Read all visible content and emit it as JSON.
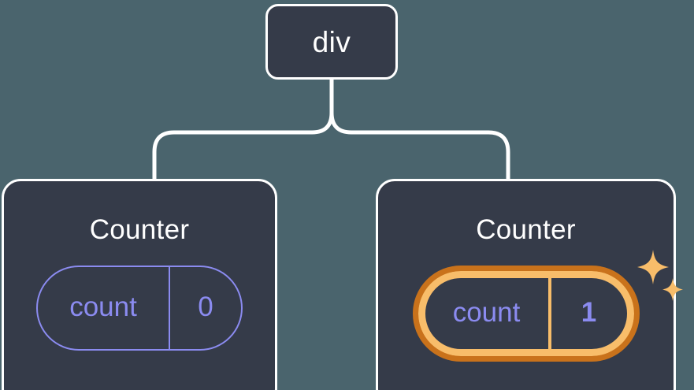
{
  "diagram": {
    "title": "React component tree with highlighted state update",
    "type": "tree",
    "background_color": "#4a646d",
    "node_fill_color": "#353b49",
    "node_border_color": "#ffffff",
    "connector_color": "#ffffff",
    "state_color": "#8b8bf0",
    "highlight_outer_color": "#c9721b",
    "highlight_inner_color": "#f8bd6a",
    "sparkle_color": "#f8bd6a"
  },
  "root": {
    "label": "div"
  },
  "children": [
    {
      "label": "Counter",
      "state": {
        "key": "count",
        "value": "0"
      },
      "highlighted": false
    },
    {
      "label": "Counter",
      "state": {
        "key": "count",
        "value": "1"
      },
      "highlighted": true,
      "sparkle_icons": [
        "sparkle-large-icon",
        "sparkle-small-icon"
      ]
    }
  ]
}
